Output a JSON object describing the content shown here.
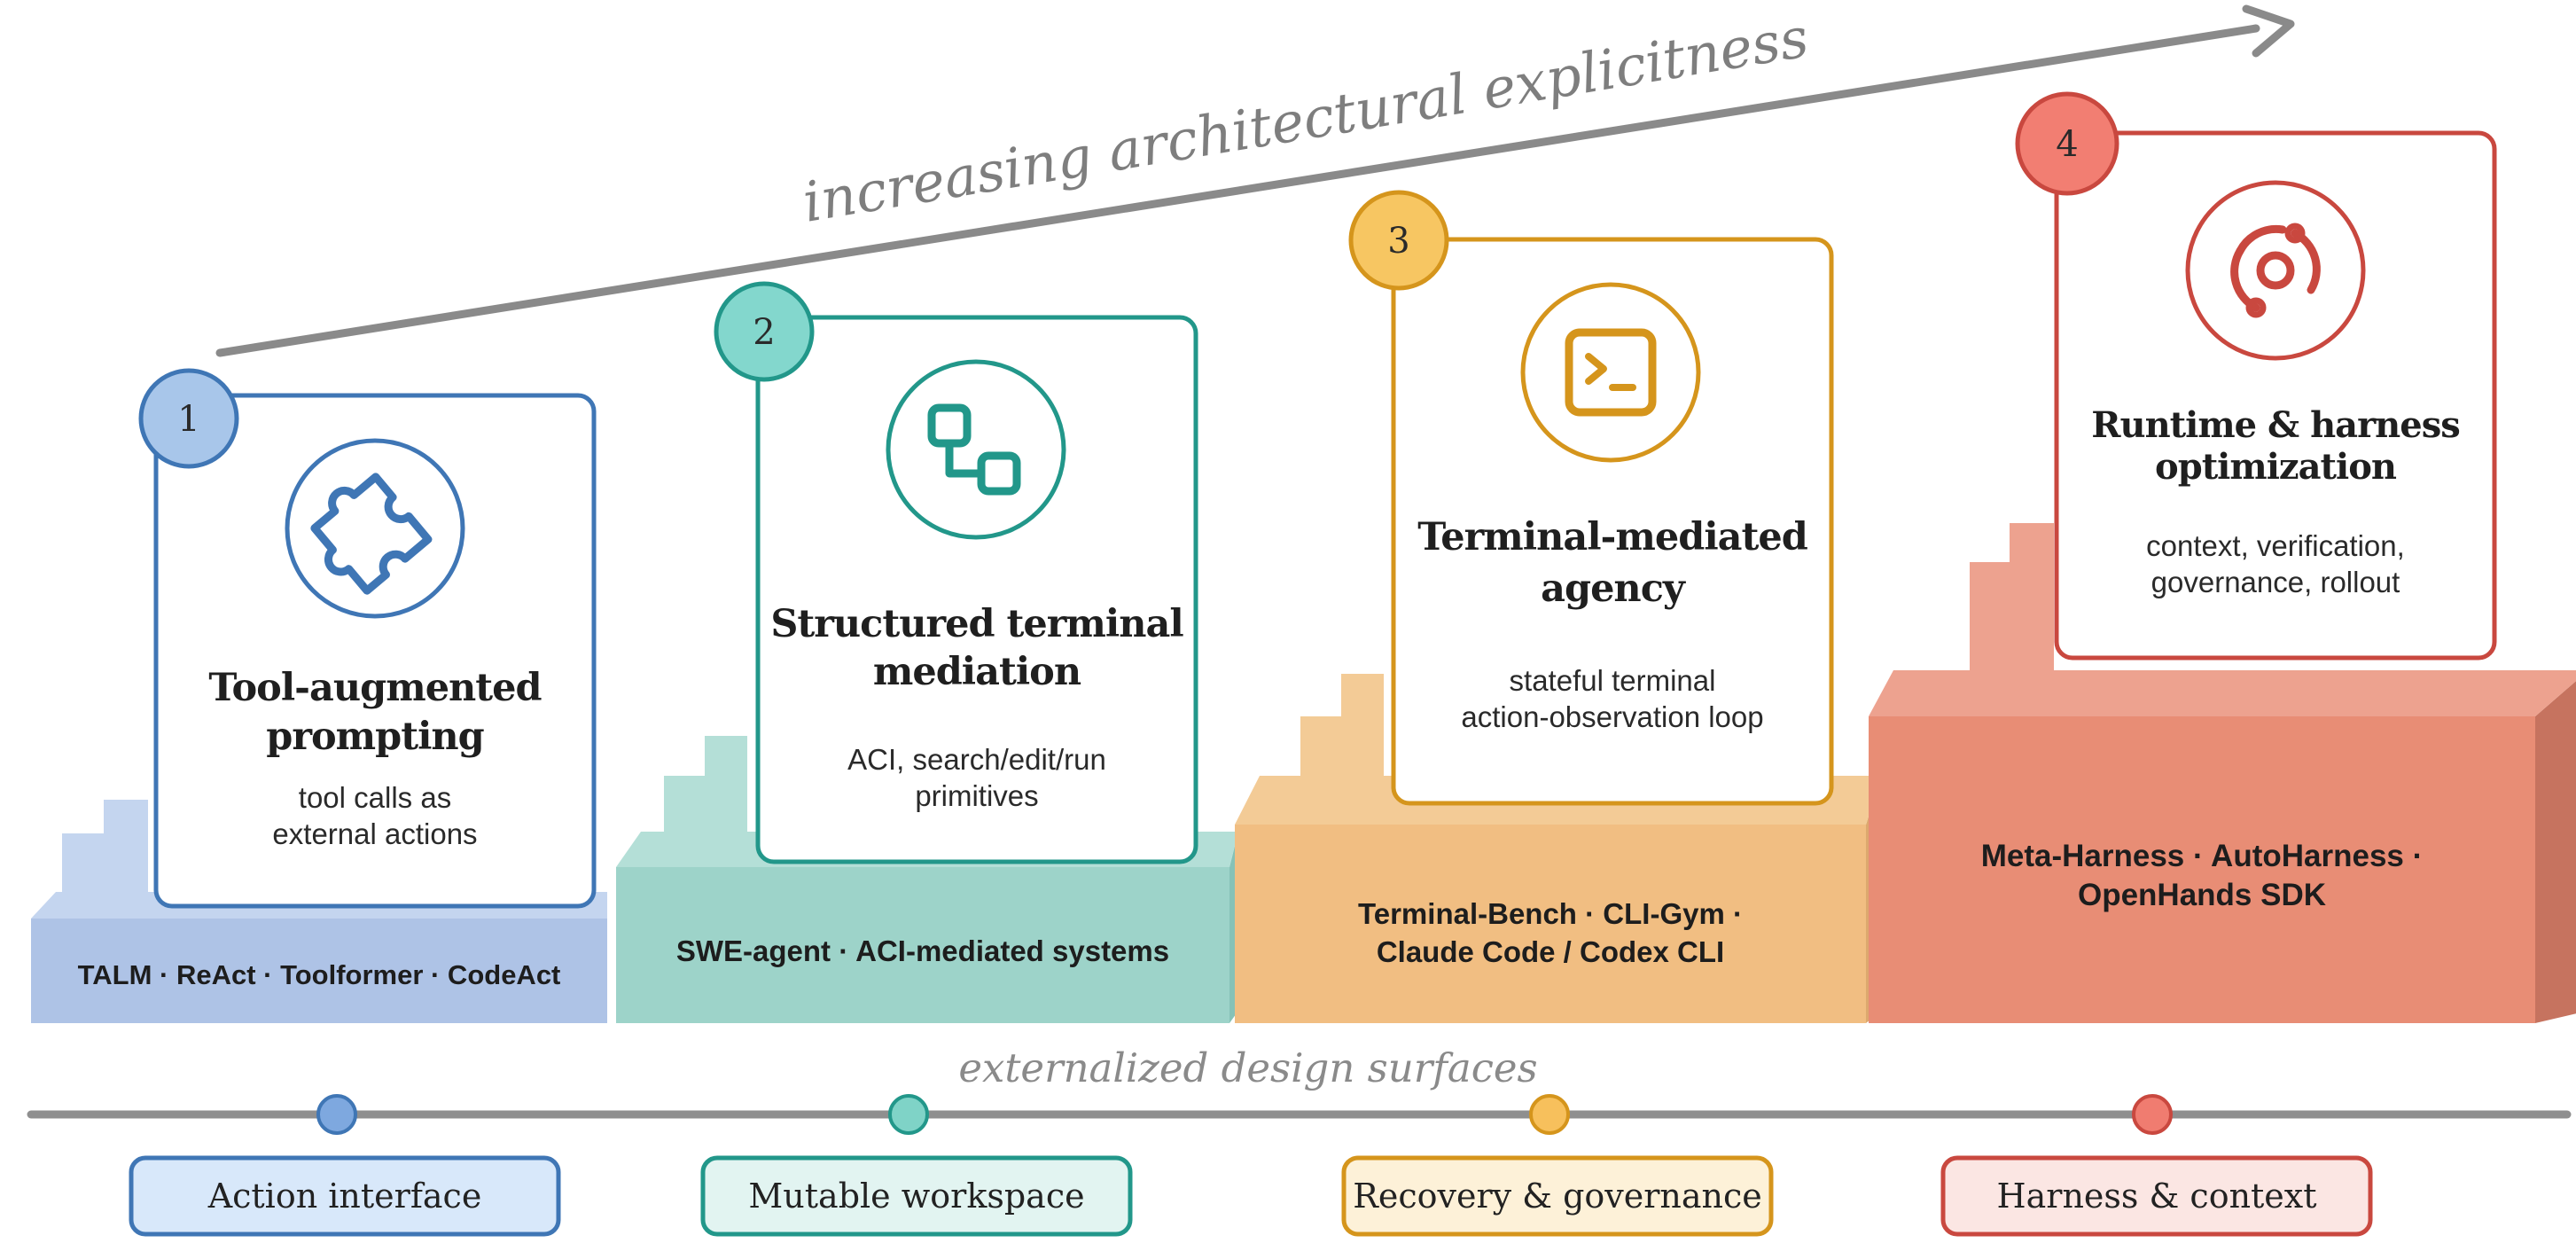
{
  "trend_label": "increasing architectural explicitness",
  "surfaces_label": "externalized design surfaces",
  "stages": [
    {
      "number": "1",
      "icon": "puzzle-icon",
      "title_lines": [
        "Tool-augmented",
        "prompting"
      ],
      "desc_lines": [
        "tool calls as",
        "external actions"
      ],
      "examples_lines": [
        "TALM · ReAct · Toolformer · CodeAct"
      ],
      "surface": "Action interface",
      "accent": "#3F76B5",
      "badge_fill": "#A8C6EA",
      "block_front": "#AEC3E6",
      "block_top": "#C4D5EF",
      "block_side": "#9DB3D9",
      "surface_fill": "#D8E8FA",
      "dot_fill": "#7EA8DF"
    },
    {
      "number": "2",
      "icon": "workflow-nodes-icon",
      "title_lines": [
        "Structured terminal",
        "mediation"
      ],
      "desc_lines": [
        "ACI, search/edit/run",
        "primitives"
      ],
      "examples_lines": [
        "SWE-agent · ACI-mediated systems"
      ],
      "surface": "Mutable workspace",
      "accent": "#22978A",
      "badge_fill": "#83D7CD",
      "block_front": "#9DD3C9",
      "block_top": "#B4DFD7",
      "block_side": "#86C2B7",
      "surface_fill": "#E2F4F1",
      "dot_fill": "#7FD3C7"
    },
    {
      "number": "3",
      "icon": "terminal-icon",
      "title_lines": [
        "Terminal-mediated",
        "agency"
      ],
      "desc_lines": [
        "stateful terminal",
        "action-observation loop"
      ],
      "examples_lines": [
        "Terminal-Bench · CLI-Gym ·",
        "Claude Code / Codex CLI"
      ],
      "surface": "Recovery & governance",
      "accent": "#D5951C",
      "badge_fill": "#F7C662",
      "block_front": "#F1BE82",
      "block_top": "#F3CB96",
      "block_side": "#DDA96E",
      "surface_fill": "#FDF1D8",
      "dot_fill": "#F7C05C"
    },
    {
      "number": "4",
      "icon": "orbit-icon",
      "title_lines": [
        "Runtime & harness",
        "optimization"
      ],
      "desc_lines": [
        "context, verification,",
        "governance, rollout"
      ],
      "examples_lines": [
        "Meta-Harness · AutoHarness ·",
        "OpenHands SDK"
      ],
      "surface": "Harness & context",
      "accent": "#C9483F",
      "badge_fill": "#F27E72",
      "block_front": "#E88D75",
      "block_top": "#EDA28F",
      "block_side": "#C6735F",
      "surface_fill": "#FBE6E3",
      "dot_fill": "#F07C70"
    }
  ]
}
